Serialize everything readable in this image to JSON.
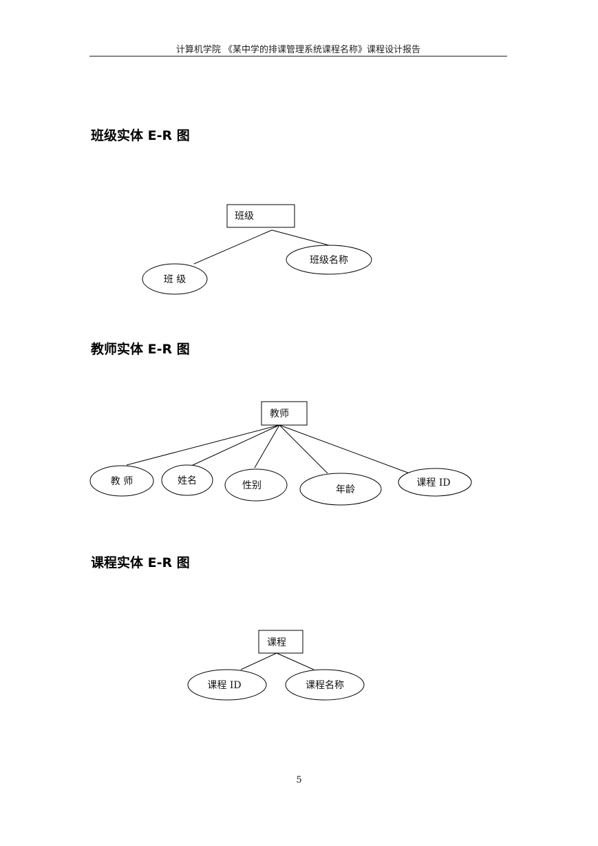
{
  "header": {
    "text": "计算机学院 《某中学的排课管理系统课程名称》课程设计报告"
  },
  "sections": {
    "class": {
      "heading": "班级实体 E-R 图",
      "entity": "班级",
      "attributes": [
        "班 级",
        "班级名称"
      ]
    },
    "teacher": {
      "heading": "教师实体 E-R 图",
      "entity": "教师",
      "attributes": [
        "教 师",
        "姓名",
        "性别",
        "年龄",
        "课程 ID"
      ]
    },
    "course": {
      "heading": "课程实体 E-R 图",
      "entity": "课程",
      "attributes": [
        "课程 ID",
        "课程名称"
      ]
    }
  },
  "footer": {
    "page_number": "5"
  }
}
